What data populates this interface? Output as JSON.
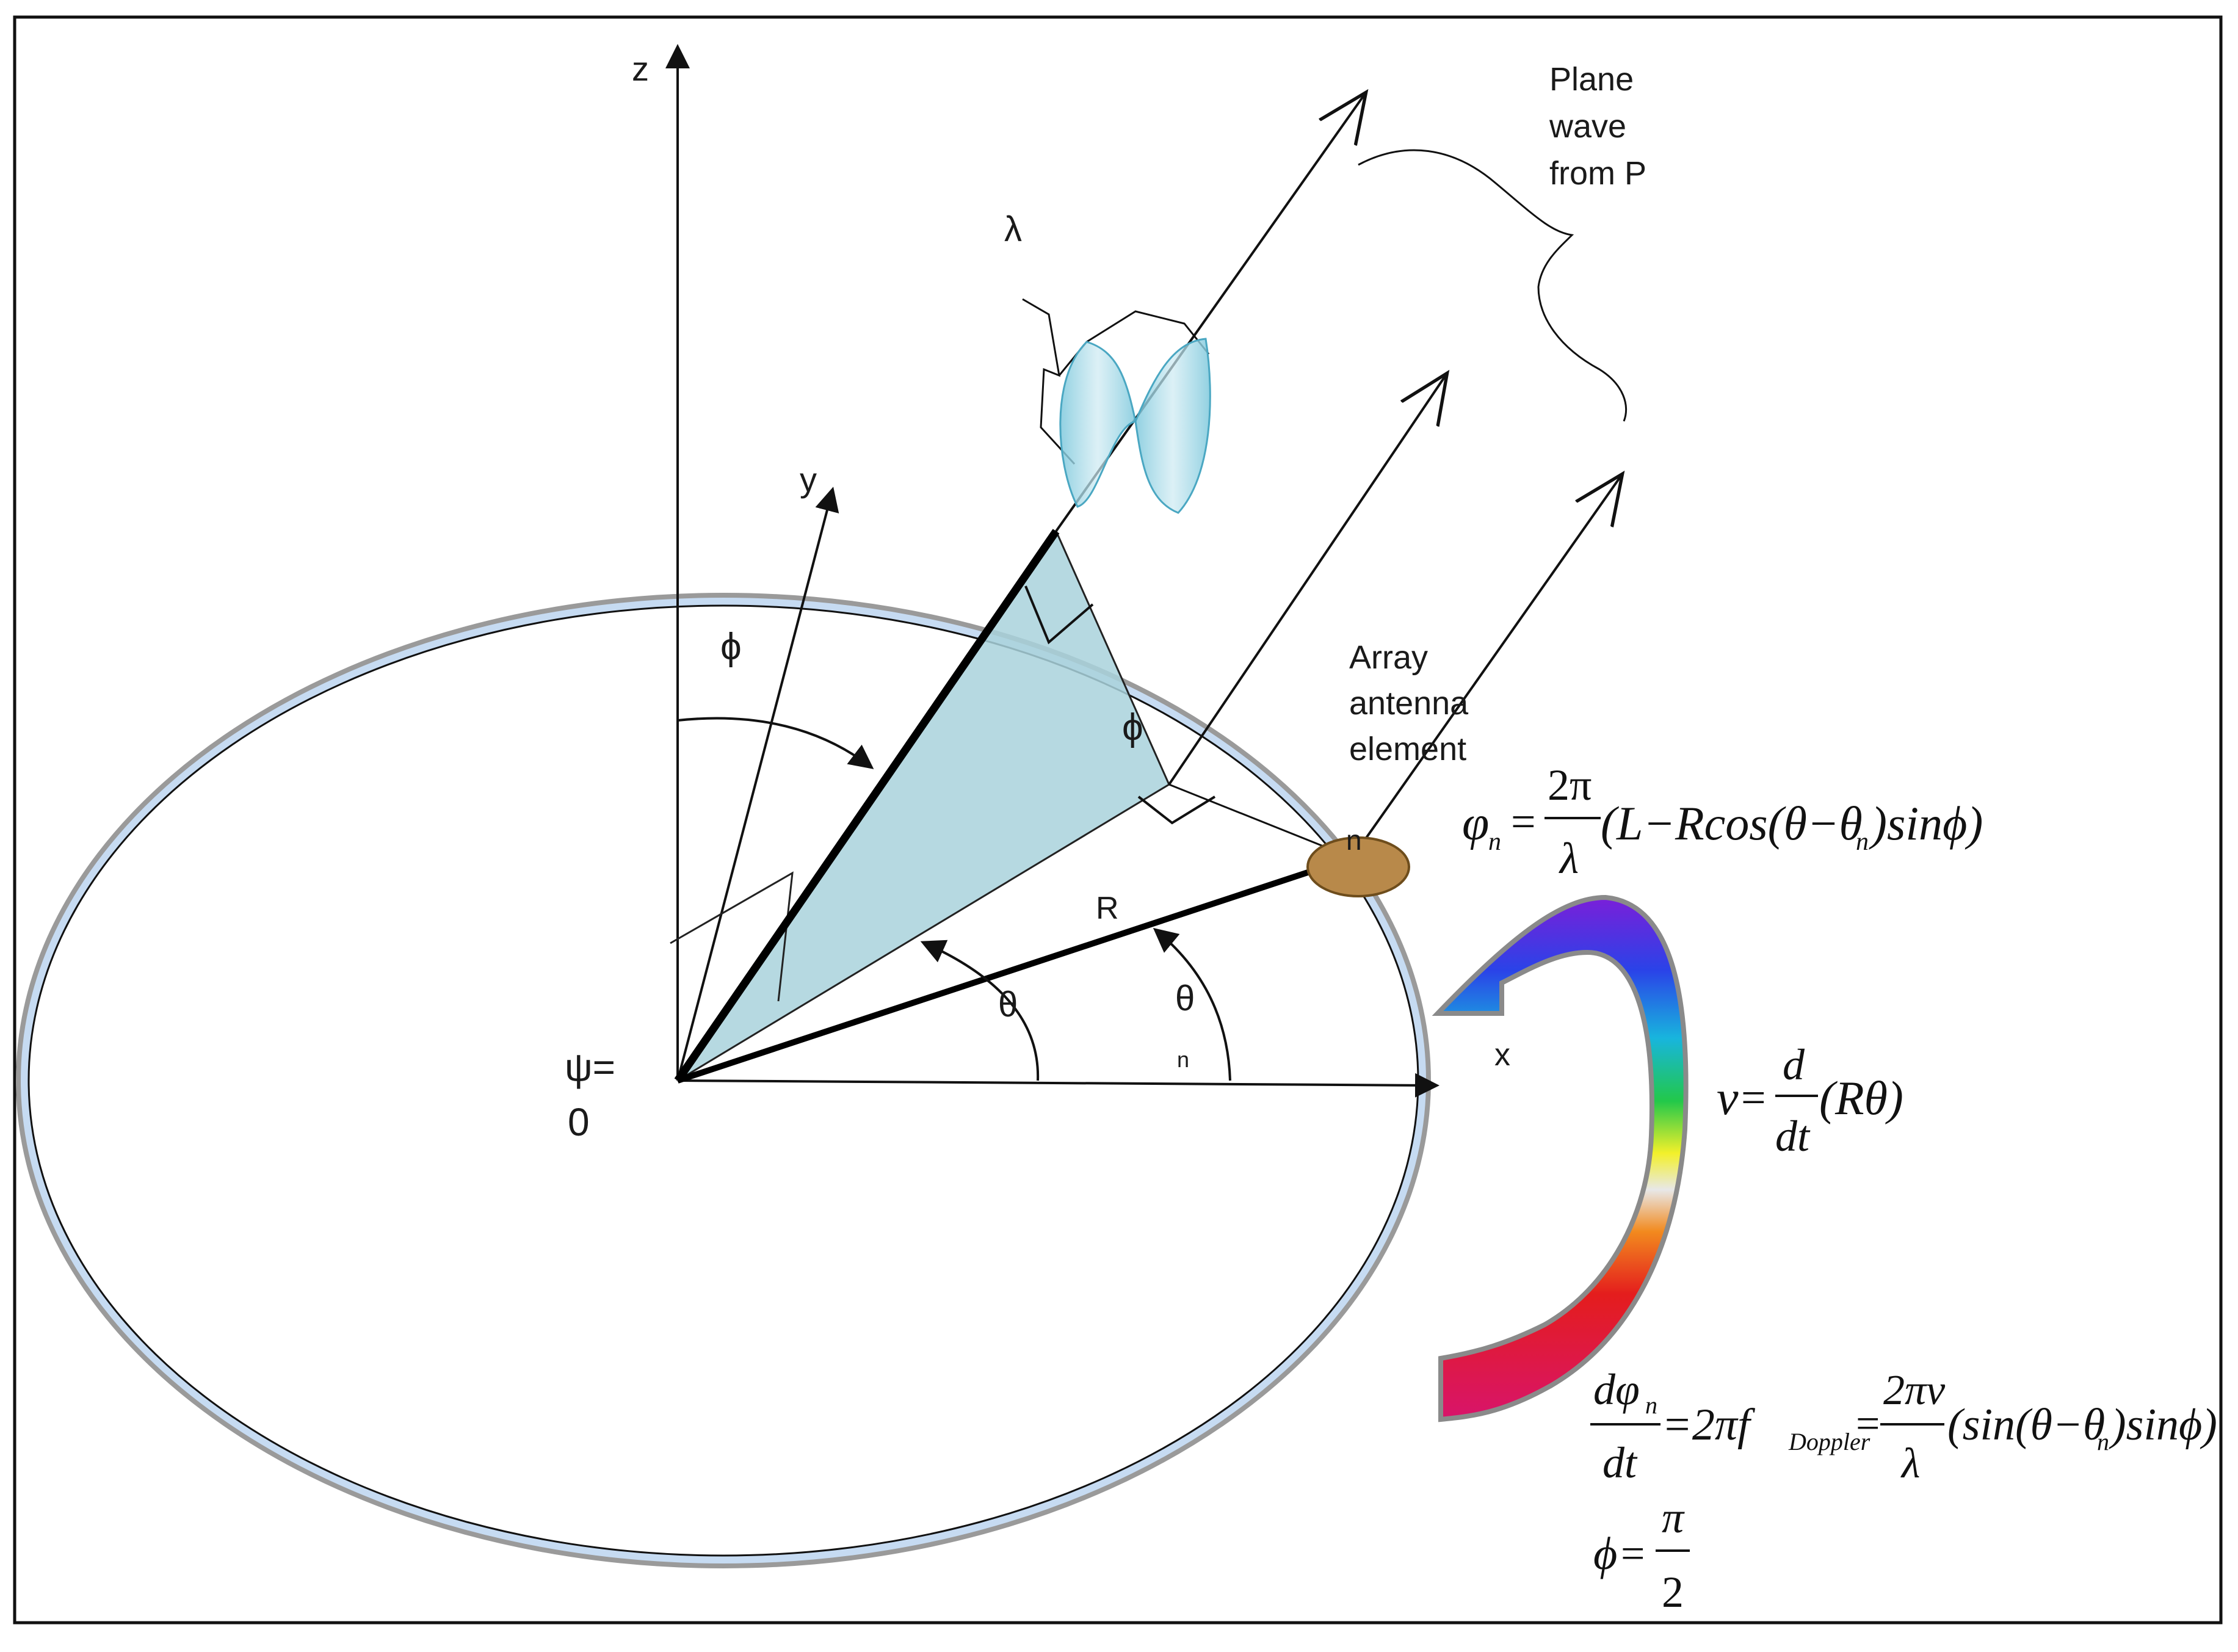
{
  "labels": {
    "z_axis": "z",
    "y_axis": "y",
    "x_axis": "x",
    "plane_wave": [
      "Plane",
      "wave",
      "from P"
    ],
    "lambda": "λ",
    "phi_top": "ϕ",
    "phi_mid": "ϕ",
    "array_element": [
      "Array",
      "antenna",
      "element"
    ],
    "element_n": "n",
    "radius": "R",
    "theta": "θ",
    "theta_n": "θ",
    "theta_n_sub": "n",
    "psi": [
      "ψ=",
      "0"
    ]
  },
  "equations": {
    "phase": {
      "lhs": "φ",
      "lhs_sub": "n",
      "eq": "=",
      "num": "2π",
      "den": "λ",
      "rhs": "(L−Rcos(θ−θ",
      "rhs_sub": "n",
      "rhs_tail": ")sinϕ)"
    },
    "velocity": {
      "lhs": "v",
      "eq": "=",
      "num": "d",
      "den": "dt",
      "rhs": "(Rθ)"
    },
    "doppler": {
      "num": "dφ",
      "num_sub": "n",
      "den": "dt",
      "mid": "=2πf",
      "mid_sub": "Doppler",
      "eq2": "=",
      "num2": "2πv",
      "den2": "λ",
      "rhs": "(sin(θ−θ",
      "rhs_sub": "n",
      "rhs_tail": ")sinϕ)"
    },
    "phi_value": {
      "lhs": "ϕ",
      "eq": "=",
      "num": "π",
      "den": "2"
    }
  },
  "colors": {
    "ring_fill": "#c6dbf2",
    "ring_edge": "#9a9a9a",
    "wedge": "#a9d2dc",
    "element": "#b8894a",
    "element_edge": "#6e4d1c",
    "wave": "#8fd0e0"
  }
}
